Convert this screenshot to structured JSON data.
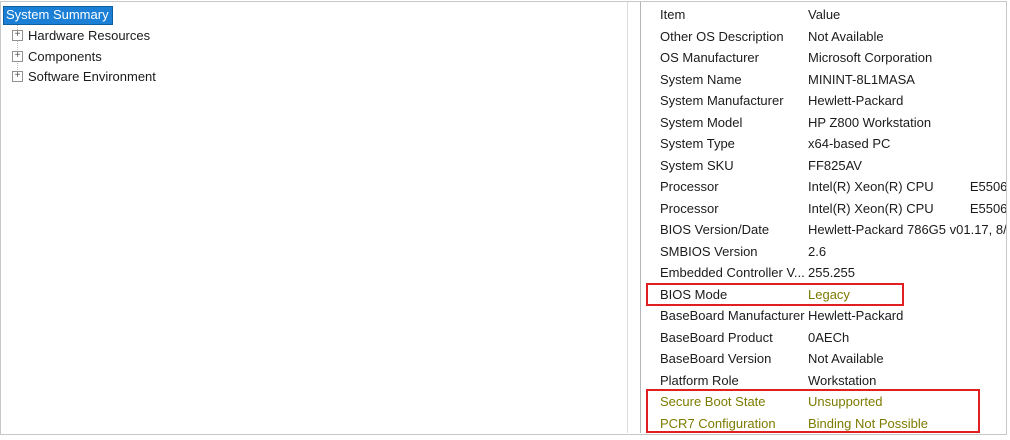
{
  "colors": {
    "selection": "#1a7fd5",
    "selection-border": "#10609f",
    "olive": "#7d7b00",
    "annotation-red": "#e02020",
    "frame-border": "#c8c8c8"
  },
  "tree": {
    "selected_label": "System Summary",
    "expand_glyph": "+",
    "items": [
      {
        "label": "Hardware Resources"
      },
      {
        "label": "Components"
      },
      {
        "label": "Software Environment"
      }
    ]
  },
  "table": {
    "columns": {
      "item": "Item",
      "value": "Value"
    },
    "rows": [
      {
        "item": "Other OS Description",
        "value": "Not Available"
      },
      {
        "item": "OS Manufacturer",
        "value": "Microsoft Corporation"
      },
      {
        "item": "System Name",
        "value": "MININT-8L1MASA"
      },
      {
        "item": "System Manufacturer",
        "value": "Hewlett-Packard"
      },
      {
        "item": "System Model",
        "value": "HP Z800 Workstation"
      },
      {
        "item": "System Type",
        "value": "x64-based PC"
      },
      {
        "item": "System SKU",
        "value": "FF825AV"
      },
      {
        "item": "Processor",
        "value": "Intel(R) Xeon(R) CPU          E5506"
      },
      {
        "item": "Processor",
        "value": "Intel(R) Xeon(R) CPU          E5506"
      },
      {
        "item": "BIOS Version/Date",
        "value": "Hewlett-Packard 786G5 v01.17, 8/"
      },
      {
        "item": "SMBIOS Version",
        "value": "2.6"
      },
      {
        "item": "Embedded Controller V...",
        "value": "255.255"
      },
      {
        "item": "BIOS Mode",
        "value": "Legacy",
        "value_olive": true
      },
      {
        "item": "BaseBoard Manufacturer",
        "value": "Hewlett-Packard"
      },
      {
        "item": "BaseBoard Product",
        "value": "0AECh"
      },
      {
        "item": "BaseBoard Version",
        "value": "Not Available"
      },
      {
        "item": "Platform Role",
        "value": "Workstation"
      },
      {
        "item": "Secure Boot State",
        "value": "Unsupported",
        "item_olive": true,
        "value_olive": true
      },
      {
        "item": "PCR7 Configuration",
        "value": "Binding Not Possible",
        "item_olive": true,
        "value_olive": true
      }
    ]
  }
}
